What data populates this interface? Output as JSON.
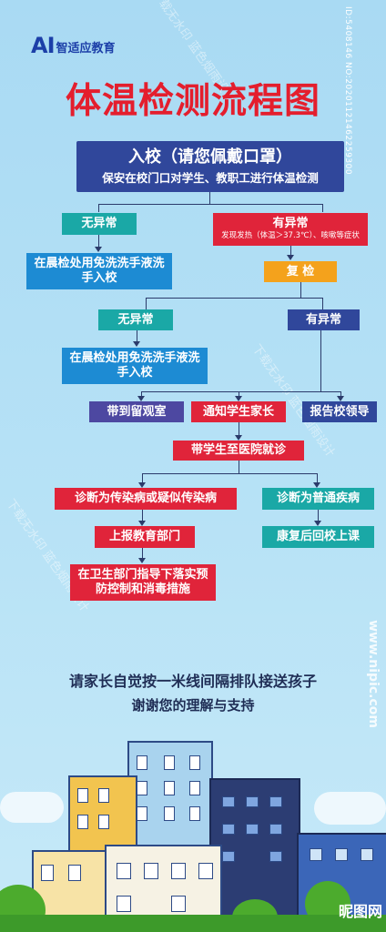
{
  "logo": {
    "ai": "AI",
    "name": "智适应教育"
  },
  "title": "体温检测流程图",
  "side_id": "ID:5408146 NO:20201121462259300",
  "watermark": {
    "site": "www.nipic.com",
    "brand": "昵图网"
  },
  "flow": {
    "entry": {
      "title": "入校（请您佩戴口罩）",
      "desc": "保安在校门口对学生、教职工进行体温检测"
    },
    "normal_1": "无异常",
    "abnormal_1": {
      "label": "有异常",
      "desc": "发现发热（体温＞37.3℃）、咳嗽等症状"
    },
    "wash_1": "在晨检处用免洗洗手液洗手入校",
    "recheck": "复  检",
    "normal_2": "无异常",
    "abnormal_2": "有异常",
    "wash_2": "在晨检处用免洗洗手液洗手入校",
    "observe": "带到留观室",
    "notify_parent": "通知学生家长",
    "report_leader": "报告校领导",
    "hospital": "带学生至医院就诊",
    "infectious": "诊断为传染病或疑似传染病",
    "common": "诊断为普通疾病",
    "report_edu": "上报教育部门",
    "back_school": "康复后回校上课",
    "health_dept": "在卫生部门指导下落实预防控制和消毒措施"
  },
  "footer": {
    "line1": "请家长自觉按一米线间隔排队接送孩子",
    "line2": "谢谢您的理解与支持"
  },
  "colors": {
    "title": "#e41e2d",
    "teal": "#1aa8a6",
    "blue": "#1d8bd3",
    "red": "#e0243a",
    "orange": "#f4a21c",
    "navy": "#30479b",
    "purple": "#4d48a1"
  }
}
